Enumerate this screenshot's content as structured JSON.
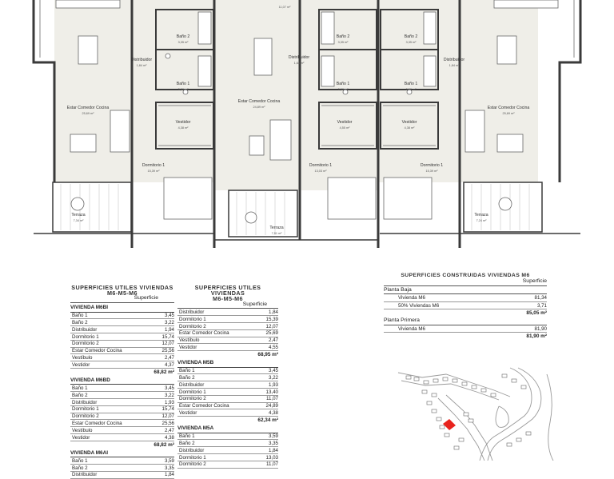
{
  "plan": {
    "rooms": [
      {
        "name": "Estar Comedor Cocina",
        "area": "25,69 m²"
      },
      {
        "name": "Distribuidor",
        "area": "1,84 m²"
      },
      {
        "name": "Baño 2",
        "area": "3,35 m²"
      },
      {
        "name": "Baño 1",
        "area": "3,59 m²"
      },
      {
        "name": "Vestidor",
        "area": "4,38 m²"
      },
      {
        "name": "Dormitorio 1",
        "area": "15,39 m²"
      },
      {
        "name": "Terraza",
        "area": "7,34 m²"
      },
      {
        "name": "Estar Comedor Cocina",
        "area": "24,89 m²"
      },
      {
        "name": "Terraza",
        "area": "7,91 m²"
      },
      {
        "name": "Distribuidor",
        "area": "1,64 m²"
      },
      {
        "name": "Baño 2",
        "area": "3,35 m²"
      },
      {
        "name": "Baño 1",
        "area": "3,59 m²"
      },
      {
        "name": "Vestidor",
        "area": "4,55 m²"
      },
      {
        "name": "Dormitorio 1",
        "area": "13,03 m²"
      },
      {
        "name": "Baño 2",
        "area": "3,35 m²"
      },
      {
        "name": "Baño 1",
        "area": "3,59 m²"
      },
      {
        "name": "Distribuidor",
        "area": "1,84 m²"
      },
      {
        "name": "Vestidor",
        "area": "4,38 m²"
      },
      {
        "name": "Dormitorio 1",
        "area": "15,39 m²"
      },
      {
        "name": "Estar Comedor Cocina",
        "area": "25,69 m²"
      },
      {
        "name": "Terraza",
        "area": "7,24 m²"
      },
      {
        "name": "",
        "area": "11,07 m²"
      }
    ]
  },
  "table1": {
    "title1": "SUPERFICIES UTILES VIVIENDAS",
    "title2": "M6-M5-M6",
    "subheader": "Superficie",
    "sections": [
      {
        "name": "VIVIENDA M6BI",
        "rows": [
          {
            "label": "Baño 1",
            "value": "3,45"
          },
          {
            "label": "Baño 2",
            "value": "3,22"
          },
          {
            "label": "Distribuidor",
            "value": "1,94"
          },
          {
            "label": "Dormitorio 1",
            "value": "15,74"
          },
          {
            "label": "Dormitorio 2",
            "value": "12,07"
          },
          {
            "label": "Estar Comedor Cocina",
            "value": "25,56"
          },
          {
            "label": "Vestíbulo",
            "value": "2,47"
          },
          {
            "label": "Vestidor",
            "value": "4,37"
          }
        ],
        "total": "68,82 m²"
      },
      {
        "name": "VIVIENDA M6BD",
        "rows": [
          {
            "label": "Baño 1",
            "value": "3,45"
          },
          {
            "label": "Baño 2",
            "value": "3,22"
          },
          {
            "label": "Distribuidor",
            "value": "1,93"
          },
          {
            "label": "Dormitorio 1",
            "value": "15,74"
          },
          {
            "label": "Dormitorio 2",
            "value": "12,07"
          },
          {
            "label": "Estar Comedor Cocina",
            "value": "25,56"
          },
          {
            "label": "Vestíbulo",
            "value": "2,47"
          },
          {
            "label": "Vestidor",
            "value": "4,38"
          }
        ],
        "total": "68,82 m²"
      },
      {
        "name": "VIVIENDA M6AI",
        "rows": [
          {
            "label": "Baño 1",
            "value": "3,59"
          },
          {
            "label": "Baño 2",
            "value": "3,35"
          },
          {
            "label": "Distribuidor",
            "value": "1,84"
          }
        ],
        "total": ""
      }
    ]
  },
  "table2": {
    "title1": "SUPERFICIES UTILES VIVIENDAS",
    "title2": "M6-M5-M6",
    "subheader": "Superficie",
    "lead_rows": [
      {
        "label": "Distribuidor",
        "value": "1,84"
      },
      {
        "label": "Dormitorio 1",
        "value": "15,39"
      },
      {
        "label": "Dormitorio 2",
        "value": "12,07"
      },
      {
        "label": "Estar Comedor Cocina",
        "value": "25,69"
      },
      {
        "label": "Vestíbulo",
        "value": "2,47"
      },
      {
        "label": "Vestidor",
        "value": "4,55"
      }
    ],
    "lead_total": "68,95 m²",
    "sections": [
      {
        "name": "VIVIENDA M5B",
        "rows": [
          {
            "label": "Baño 1",
            "value": "3,45"
          },
          {
            "label": "Baño 2",
            "value": "3,22"
          },
          {
            "label": "Distribuidor",
            "value": "1,93"
          },
          {
            "label": "Dormitorio 1",
            "value": "13,40"
          },
          {
            "label": "Dormitorio 2",
            "value": "11,07"
          },
          {
            "label": "Estar Comedor Cocina",
            "value": "24,89"
          },
          {
            "label": "Vestidor",
            "value": "4,38"
          }
        ],
        "total": "62,34 m²"
      },
      {
        "name": "VIVIENDA M5A",
        "rows": [
          {
            "label": "Baño 1",
            "value": "3,59"
          },
          {
            "label": "Baño 2",
            "value": "3,35"
          },
          {
            "label": "Distribuidor",
            "value": "1,84"
          },
          {
            "label": "Dormitorio 1",
            "value": "13,03"
          },
          {
            "label": "Dormitorio 2",
            "value": "11,07"
          }
        ],
        "total": ""
      }
    ]
  },
  "table3": {
    "title": "SUPERFICIES CONSTRUIDAS VIVIENDAS M6",
    "subheader": "Superficie",
    "groups": [
      {
        "name": "Planta Baja",
        "rows": [
          {
            "label": "Vivienda M6",
            "value": "81,34"
          },
          {
            "label": "50% Viviendas M6",
            "value": "3,71"
          }
        ],
        "total": "85,05 m²"
      },
      {
        "name": "Planta Primera",
        "rows": [
          {
            "label": "Vivienda M6",
            "value": "81,90"
          }
        ],
        "total": "81,90 m²"
      }
    ]
  },
  "colors": {
    "highlight": "#e8231d",
    "wall": "#3a3a3a",
    "floor": "#efeee8"
  }
}
